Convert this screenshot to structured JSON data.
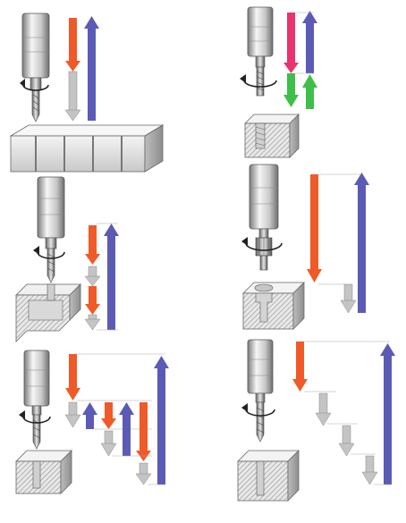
{
  "figure": {
    "description_free": true,
    "panels": [
      {
        "id": "panel-spot-drilling-bar",
        "cycle": "drill-through-bar"
      },
      {
        "id": "panel-tapping-small",
        "cycle": "tapping"
      },
      {
        "id": "panel-drilling-channel",
        "cycle": "peck-drilling-cross-hole"
      },
      {
        "id": "panel-counterboring",
        "cycle": "counterbore"
      },
      {
        "id": "panel-peck-drilling-chip-break",
        "cycle": "peck-drill-chip-break"
      },
      {
        "id": "panel-peck-drilling-deep",
        "cycle": "deep-hole-peck"
      }
    ]
  },
  "colors": {
    "feed_arrow": "#f05a28",
    "retract_arrow": "#5b5bb5",
    "rapid_arrow": "#bdbdbd",
    "tap_feed_arrow": "#e8336e",
    "tap_reverse_arrow": "#3dbf4a",
    "spindle_light": "#f2f2f2",
    "spindle_dark": "#8a8a8a",
    "workpiece_light": "#f0f0f0",
    "workpiece_dark": "#a8a8a8",
    "outline": "#444444"
  },
  "icons": {
    "rotation": "rotation-arrow-icon",
    "feed": "feed-arrow-icon",
    "retract": "retract-arrow-icon",
    "rapid": "rapid-arrow-icon"
  }
}
